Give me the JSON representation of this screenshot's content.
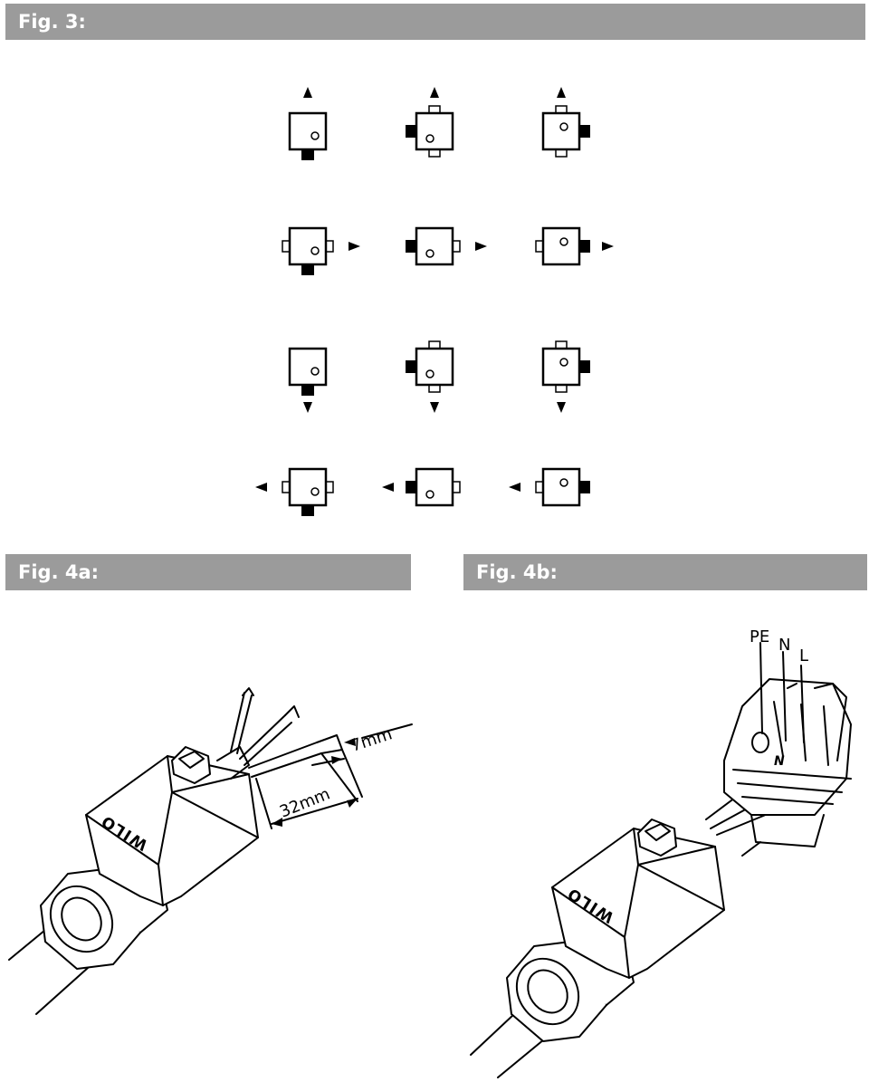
{
  "headers": {
    "fig3": "Fig. 3:",
    "fig4a": "Fig. 4a:",
    "fig4b": "Fig. 4b:"
  },
  "fig3": {
    "rows": [
      {
        "arrow": "up",
        "variants": [
          "plug-bottom",
          "plug-left",
          "plug-right"
        ]
      },
      {
        "arrow": "right",
        "variants": [
          "plug-bottom",
          "plug-left",
          "plug-right"
        ]
      },
      {
        "arrow": "down",
        "variants": [
          "plug-bottom",
          "plug-left",
          "plug-right"
        ]
      },
      {
        "arrow": "left",
        "variants": [
          "plug-bottom",
          "plug-left",
          "plug-right"
        ]
      }
    ]
  },
  "fig4a": {
    "dim_strip": "7mm",
    "dim_sheath": "32mm",
    "brand": "WILO"
  },
  "fig4b": {
    "terminal_pe": "PE",
    "terminal_n": "N",
    "terminal_l": "L",
    "terminal_mark_n": "N",
    "brand": "WILO"
  }
}
